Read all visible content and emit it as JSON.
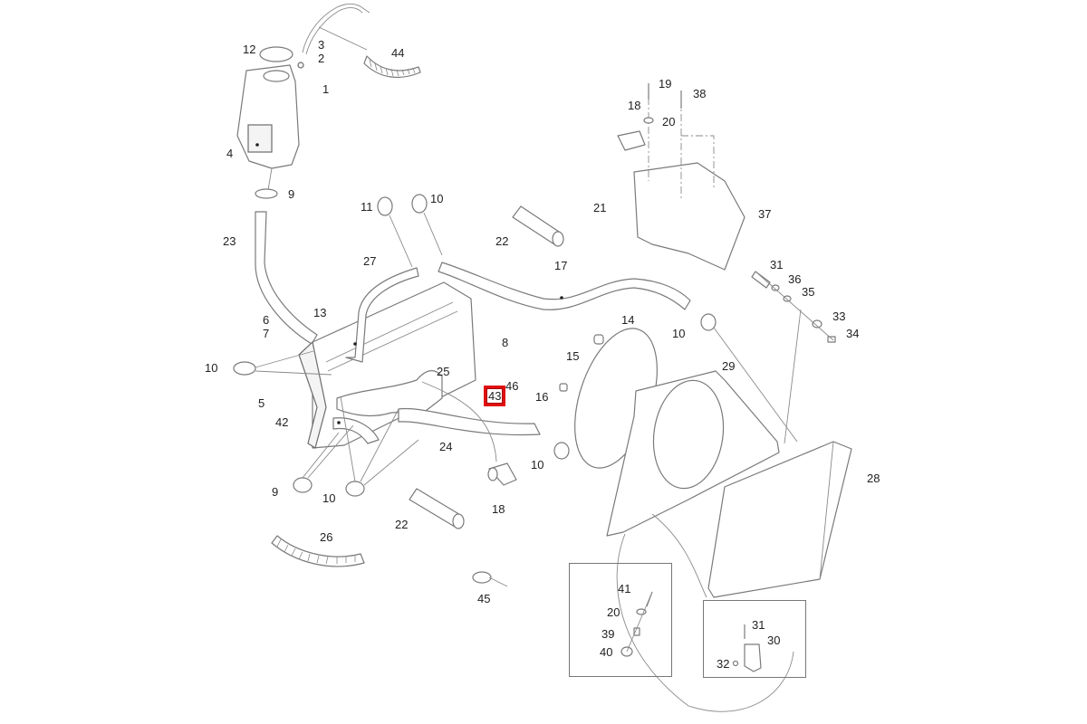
{
  "diagram": {
    "title": "Cooling system exploded parts diagram",
    "highlight_color": "#e01010",
    "highlighted_label": "43",
    "labels": [
      {
        "id": "1",
        "text": "1"
      },
      {
        "id": "2",
        "text": "2"
      },
      {
        "id": "3",
        "text": "3"
      },
      {
        "id": "4",
        "text": "4"
      },
      {
        "id": "5",
        "text": "5"
      },
      {
        "id": "6",
        "text": "6"
      },
      {
        "id": "7",
        "text": "7"
      },
      {
        "id": "8",
        "text": "8"
      },
      {
        "id": "9a",
        "text": "9"
      },
      {
        "id": "9b",
        "text": "9"
      },
      {
        "id": "10a",
        "text": "10"
      },
      {
        "id": "10b",
        "text": "10"
      },
      {
        "id": "10c",
        "text": "10"
      },
      {
        "id": "10d",
        "text": "10"
      },
      {
        "id": "10e",
        "text": "10"
      },
      {
        "id": "11",
        "text": "11"
      },
      {
        "id": "12",
        "text": "12"
      },
      {
        "id": "13",
        "text": "13"
      },
      {
        "id": "14",
        "text": "14"
      },
      {
        "id": "15",
        "text": "15"
      },
      {
        "id": "16",
        "text": "16"
      },
      {
        "id": "17",
        "text": "17"
      },
      {
        "id": "18a",
        "text": "18"
      },
      {
        "id": "18b",
        "text": "18"
      },
      {
        "id": "19",
        "text": "19"
      },
      {
        "id": "20a",
        "text": "20"
      },
      {
        "id": "20b",
        "text": "20"
      },
      {
        "id": "21",
        "text": "21"
      },
      {
        "id": "22a",
        "text": "22"
      },
      {
        "id": "22b",
        "text": "22"
      },
      {
        "id": "23",
        "text": "23"
      },
      {
        "id": "24",
        "text": "24"
      },
      {
        "id": "25",
        "text": "25"
      },
      {
        "id": "26",
        "text": "26"
      },
      {
        "id": "27",
        "text": "27"
      },
      {
        "id": "28",
        "text": "28"
      },
      {
        "id": "29",
        "text": "29"
      },
      {
        "id": "30",
        "text": "30"
      },
      {
        "id": "31a",
        "text": "31"
      },
      {
        "id": "31b",
        "text": "31"
      },
      {
        "id": "32",
        "text": "32"
      },
      {
        "id": "33",
        "text": "33"
      },
      {
        "id": "34",
        "text": "34"
      },
      {
        "id": "35",
        "text": "35"
      },
      {
        "id": "36",
        "text": "36"
      },
      {
        "id": "37",
        "text": "37"
      },
      {
        "id": "38",
        "text": "38"
      },
      {
        "id": "39",
        "text": "39"
      },
      {
        "id": "40",
        "text": "40"
      },
      {
        "id": "41",
        "text": "41"
      },
      {
        "id": "42",
        "text": "42"
      },
      {
        "id": "43",
        "text": "43"
      },
      {
        "id": "44",
        "text": "44"
      },
      {
        "id": "45",
        "text": "45"
      },
      {
        "id": "46",
        "text": "46"
      }
    ]
  }
}
